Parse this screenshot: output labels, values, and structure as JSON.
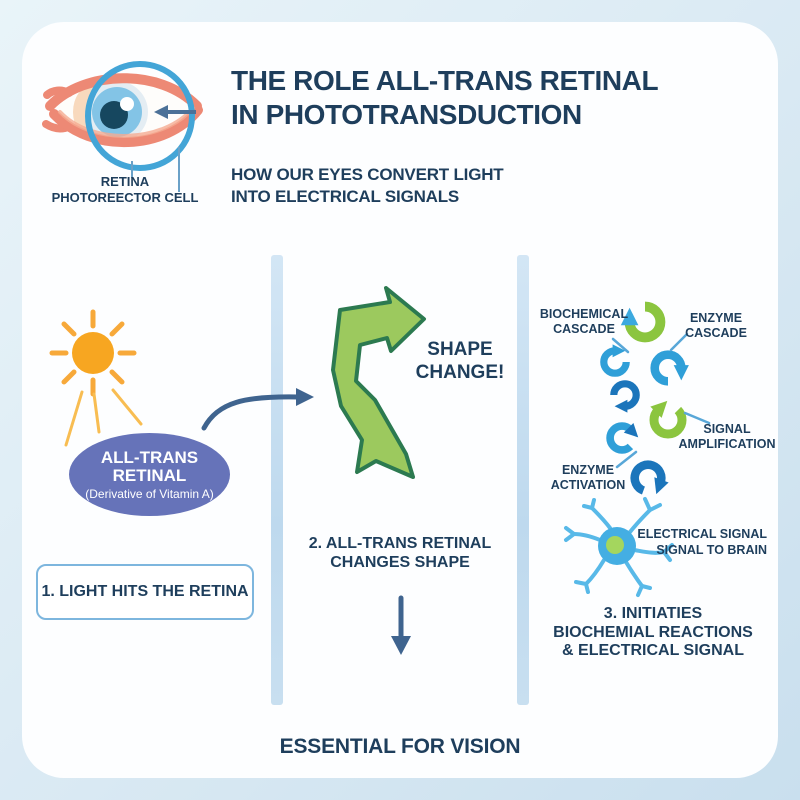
{
  "header": {
    "title_line1": "THE ROLE ALL-TRANS RETINAL",
    "title_line2": "IN PHOTOTRANSDUCTION",
    "subtitle_line1": "HOW OUR EYES CONVERT LIGHT",
    "subtitle_line2": "INTO ELECTRICAL SIGNALS"
  },
  "eye": {
    "caption_line1": "RETINA",
    "caption_line2": "PHOTOREECTOR CELL"
  },
  "step1": {
    "molecule_line1": "ALL-TRANS",
    "molecule_line2": "RETINAL",
    "molecule_note": "(Derivative of Vitamin A)",
    "caption": "1. LIGHT HITS THE RETINA"
  },
  "step2": {
    "callout_line1": "SHAPE",
    "callout_line2": "CHANGE!",
    "caption_line1": "2. ALL-TRANS RETINAL",
    "caption_line2": "CHANGES SHAPE"
  },
  "step3": {
    "label_biochemical_line1": "BIOCHEMICAL",
    "label_biochemical_line2": "CASCADE",
    "label_enzyme_cascade_line1": "ENZYME",
    "label_enzyme_cascade_line2": "CASCADE",
    "label_signal_amplification_line1": "SIGNAL",
    "label_signal_amplification_line2": "AMPLIFICATION",
    "label_enzyme_activation_line1": "ENZYME",
    "label_enzyme_activation_line2": "ACTIVATION",
    "label_electrical_line1": "ELECTRICAL SIGNAL",
    "label_electrical_line2": "SIGNAL TO BRAIN",
    "caption_line1": "3. INITIATIES",
    "caption_line2": "BIOCHEMIAL REACTIONS",
    "caption_line3": "& ELECTRICAL SIGNAL"
  },
  "footer": {
    "text": "ESSENTIAL FOR VISION"
  },
  "colors": {
    "navy_text": "#1e3e5c",
    "steel_blue_arrow": "#3f648f",
    "divider_bar": "#c8dff0",
    "sun_orange": "#f7a621",
    "molecule_purple": "#6673b9",
    "cascade_green": "#8bc53f",
    "cascade_light_blue": "#2f9fd8",
    "cascade_dark_blue": "#1b75bb",
    "eye_salmon": "#ed8975",
    "lens_blue": "#43a5d7"
  }
}
